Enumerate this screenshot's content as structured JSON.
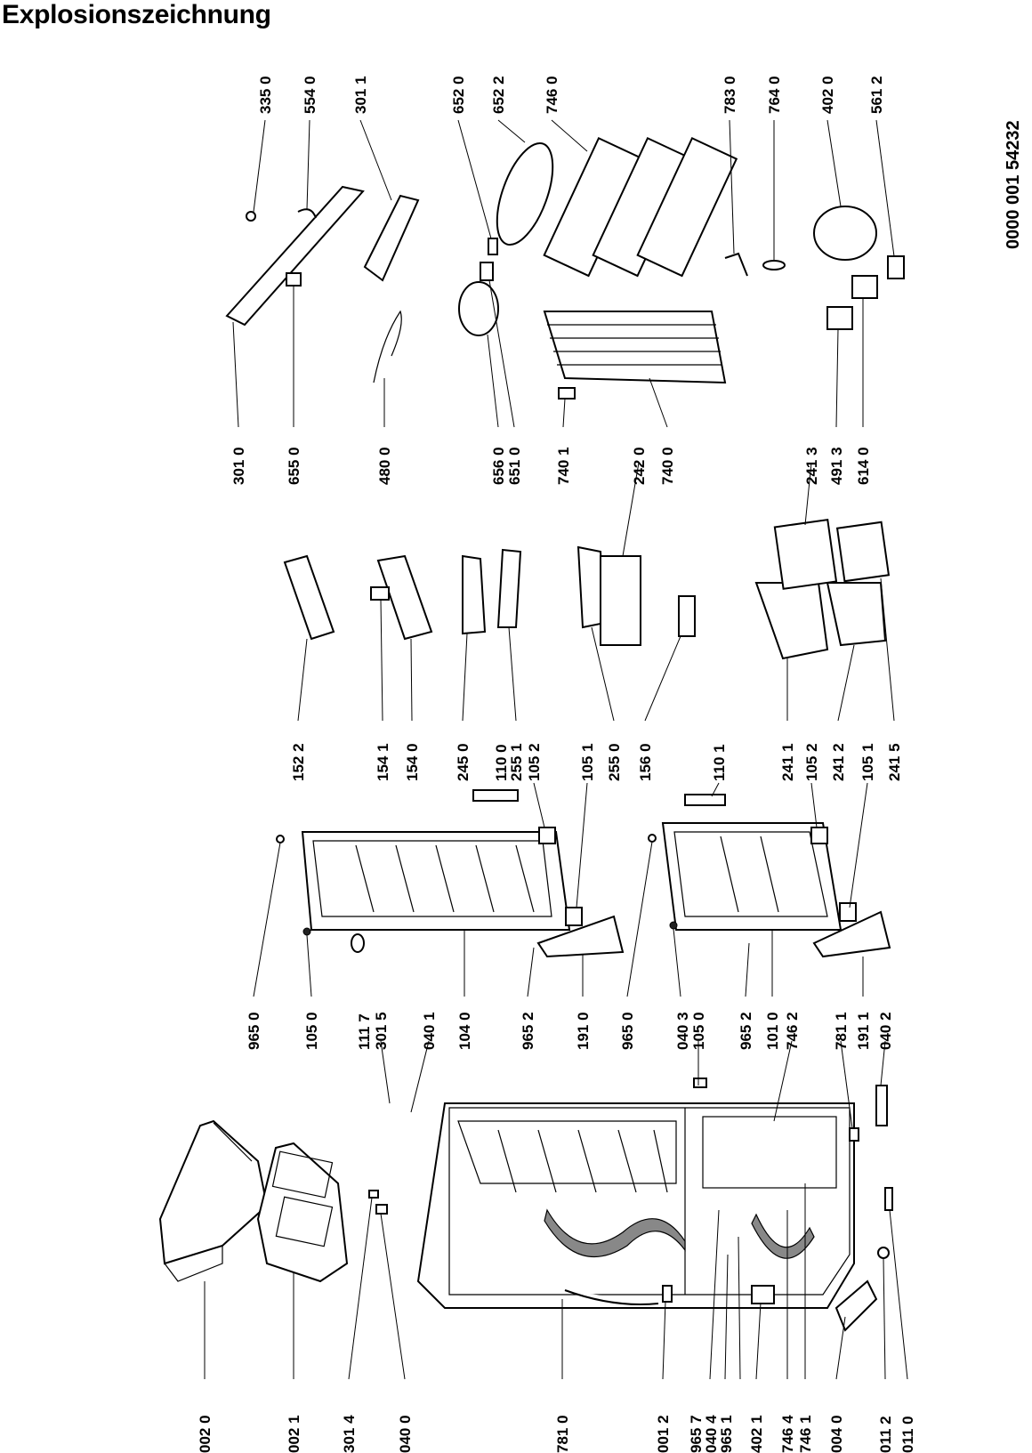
{
  "title": "Explosionszeichnung",
  "document_number": "0000 001 54232",
  "callouts": {
    "c0020": "002 0",
    "c0021": "002 1",
    "c3014": "301 4",
    "c0400": "040 0",
    "c7810": "781 0",
    "c0012": "001 2",
    "c9657": "965 7",
    "c0404": "040 4",
    "c9651": "965 1",
    "c4021": "402 1",
    "c7464": "746 4",
    "c7461": "746 1",
    "c0040": "004 0",
    "c0112": "011 2",
    "c0110": "011 0",
    "c9650a": "965 0",
    "c1050a": "105 0",
    "c1117": "111 7",
    "c3015": "301 5",
    "c0401": "040 1",
    "c1040": "104 0",
    "c9652a": "965 2",
    "c1910": "191 0",
    "c9650b": "965 0",
    "c0403": "040 3",
    "c1050b": "105 0",
    "c9652b": "965 2",
    "c1010": "101 0",
    "c7462": "746 2",
    "c7811": "781 1",
    "c1911": "191 1",
    "c0402": "040 2",
    "c1522": "152 2",
    "c1541": "154 1",
    "c1540": "154 0",
    "c2450": "245 0",
    "c1100": "110 0",
    "c2551": "255 1",
    "c1052a": "105 2",
    "c1051a": "105 1",
    "c2550": "255 0",
    "c1560": "156 0",
    "c1101": "110 1",
    "c2411": "241 1",
    "c1052b": "105 2",
    "c2412": "241 2",
    "c1051b": "105 1",
    "c2415": "241 5",
    "c3010": "301 0",
    "c6550": "655 0",
    "c4800": "480 0",
    "c6560": "656 0",
    "c6510": "651 0",
    "c7401": "740 1",
    "c2420": "242 0",
    "c7400": "740 0",
    "c2413": "241 3",
    "c4913": "491 3",
    "c6140": "614 0",
    "c3350": "335 0",
    "c5540": "554 0",
    "c3011": "301 1",
    "c6520": "652 0",
    "c6522": "652 2",
    "c7460": "746 0",
    "c7830": "783 0",
    "c7640": "764 0",
    "c4020": "402 0",
    "c5612": "561 2"
  }
}
